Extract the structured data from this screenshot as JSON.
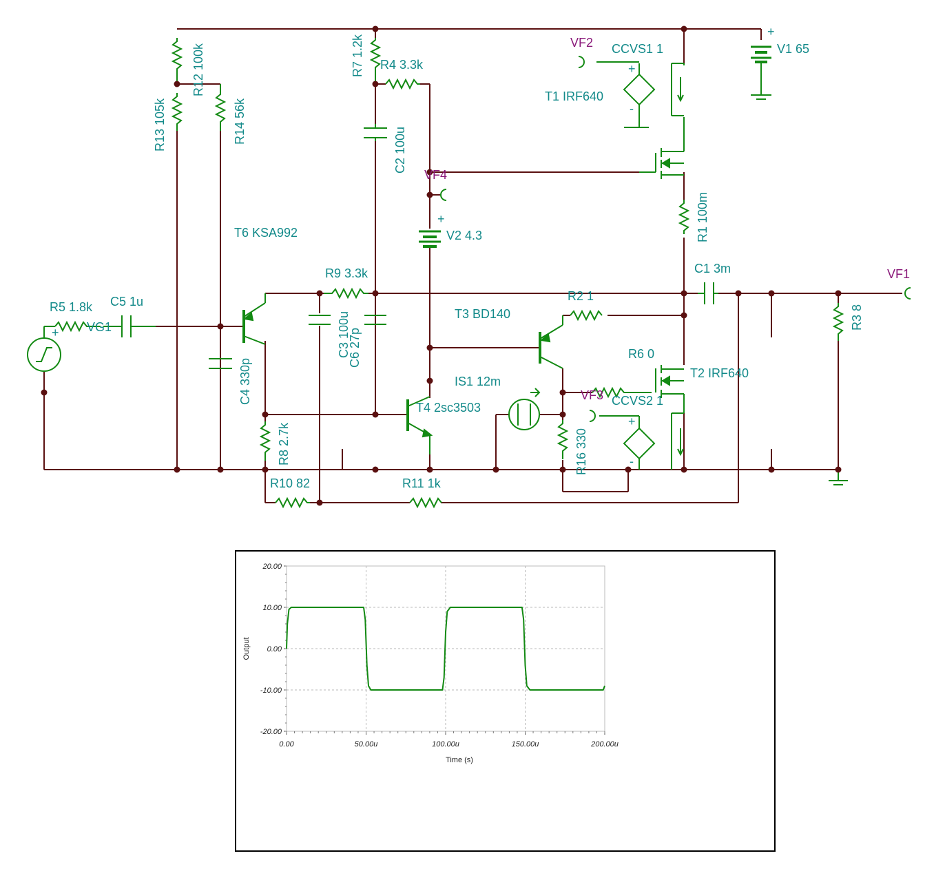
{
  "schematic": {
    "labels": {
      "v1": "V1 65",
      "v2": "V2 4.3",
      "ccvs1": "CCVS1 1",
      "ccvs2": "CCVS2 1",
      "t1": "T1 IRF640",
      "t2": "T2 IRF640",
      "t3": "T3 BD140",
      "t4": "T4 2sc3503",
      "t6": "T6 KSA992",
      "r1": "R1 100m",
      "r2": "R2 1",
      "r3": "R3 8",
      "r4": "R4 3.3k",
      "r5": "R5 1.8k",
      "r6": "R6 0",
      "r7": "R7 1.2k",
      "r8": "R8 2.7k",
      "r9": "R9 3.3k",
      "r10": "R10 82",
      "r11": "R11 1k",
      "r12": "R12 100k",
      "r13": "R13 105k",
      "r14": "R14 56k",
      "r16": "R16 330",
      "c1": "C1 3m",
      "c2": "C2 100u",
      "c3": "C3 100u",
      "c4": "C4 330p",
      "c5": "C5 1u",
      "c6": "C6 27p",
      "is1": "IS1 12m",
      "vg1": "VG1",
      "vf1": "VF1",
      "vf2": "VF2",
      "vf3": "VF3",
      "vf4": "VF4",
      "plus": "+",
      "minus": "-"
    }
  },
  "chart_data": {
    "type": "line",
    "xlabel": "Time (s)",
    "ylabel": "Output",
    "xlim": [
      0,
      200
    ],
    "ylim": [
      -20,
      20
    ],
    "grid": true,
    "x_ticks": [
      "0.00",
      "50.00u",
      "100.00u",
      "150.00u",
      "200.00u"
    ],
    "y_ticks": [
      "20.00",
      "10.00",
      "0.00",
      "-10.00",
      "-20.00"
    ],
    "x_tick_values": [
      0,
      50,
      100,
      150,
      200
    ],
    "y_tick_values": [
      20,
      10,
      0,
      -10,
      -20
    ],
    "series": [
      {
        "x": [
          0,
          0.5,
          1.5,
          3,
          6,
          48.5,
          49.5,
          50.5,
          51.5,
          53,
          55,
          98,
          99,
          100,
          101,
          103,
          105,
          148,
          149,
          150,
          151,
          153,
          155,
          199,
          200
        ],
        "y": [
          0,
          6,
          9.5,
          10,
          10,
          10,
          7,
          -4,
          -9,
          -10,
          -10,
          -10,
          -7,
          4,
          9,
          10,
          10,
          10,
          7,
          -4,
          -9,
          -10,
          -10,
          -10,
          -9
        ],
        "color": "#138a13"
      }
    ]
  }
}
